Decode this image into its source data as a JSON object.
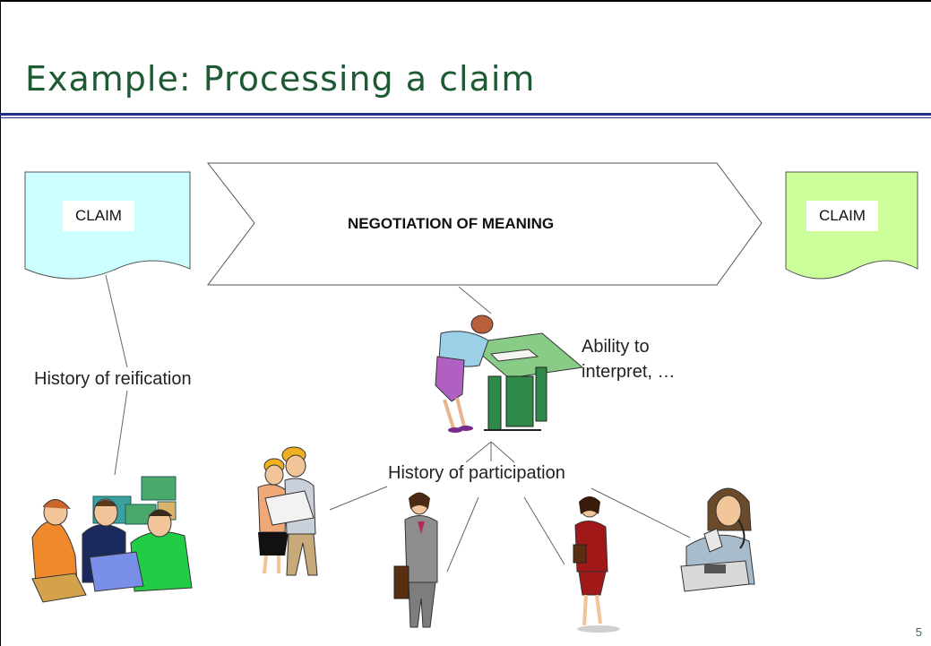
{
  "slide": {
    "title": "Example: Processing a claim",
    "page_number": "5"
  },
  "diagram": {
    "claim_left": {
      "label": "CLAIM",
      "fill": "#ccffff"
    },
    "claim_right": {
      "label": "CLAIM",
      "fill": "#ccff99"
    },
    "process_arrow": {
      "label": "NEGOTIATION OF MEANING"
    },
    "history_reification": "History of reification",
    "history_participation": "History of participation",
    "ability_line1": "Ability to",
    "ability_line2": "interpret, …"
  },
  "colors": {
    "title": "#1e5a33",
    "rule": "#1f2f8a"
  }
}
